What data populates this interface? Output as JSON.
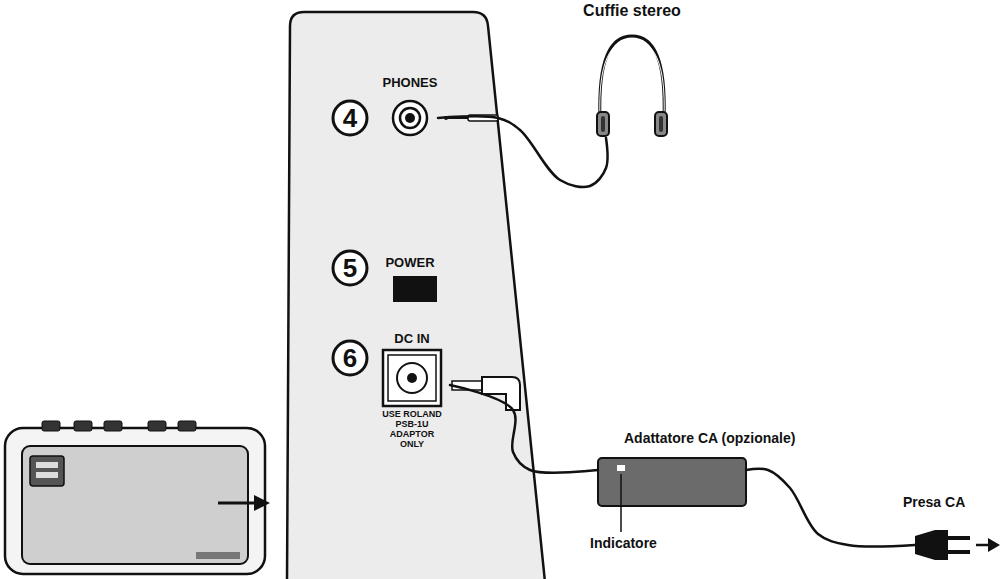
{
  "diagram": {
    "nodes": [
      {
        "text": [
          "Cuffie stereo"
        ]
      },
      {
        "text": [
          "PHONES"
        ]
      },
      {
        "text": [
          "POWER"
        ]
      },
      {
        "text": [
          "DC IN",
          "USE ROLAND PSB-1U ADAPTOR ONLY"
        ]
      },
      {
        "text": [
          "Adattatore CA (opzionale)"
        ]
      },
      {
        "text": [
          "Presa CA"
        ]
      }
    ],
    "edges": [
      {
        "from": 0,
        "to": 1,
        "arrow": "none"
      },
      {
        "from": 3,
        "to": 4,
        "arrow": "none"
      },
      {
        "from": 4,
        "to": 5,
        "arrow": "none"
      }
    ],
    "labels": [
      "4",
      "5",
      "6",
      "Indicatore"
    ]
  }
}
